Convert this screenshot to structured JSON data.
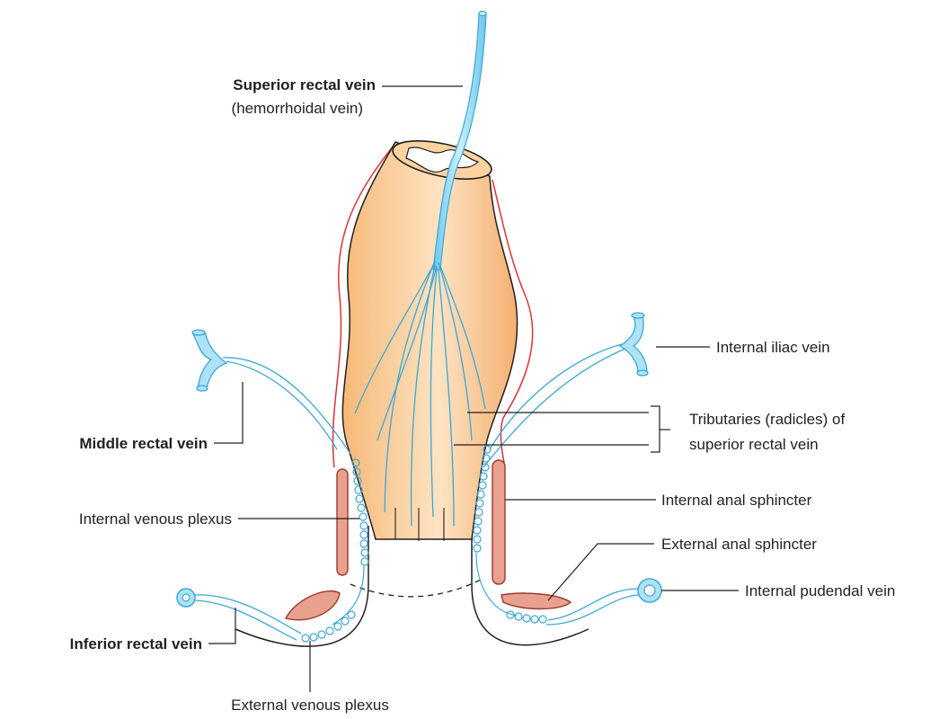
{
  "labels": {
    "superior_rectal_vein": "Superior rectal vein",
    "hemorrhoidal_vein": "(hemorrhoidal vein)",
    "internal_iliac_vein": "Internal iliac vein",
    "middle_rectal_vein": "Middle rectal vein",
    "tributaries_line1": "Tributaries (radicles) of",
    "tributaries_line2": "superior rectal vein",
    "internal_anal_sphincter": "Internal anal sphincter",
    "internal_venous_plexus": "Internal venous plexus",
    "external_anal_sphincter": "External anal sphincter",
    "internal_pudendal_vein": "Internal pudendal vein",
    "inferior_rectal_vein": "Inferior rectal vein",
    "external_venous_plexus": "External venous plexus"
  },
  "colors": {
    "rectum_fill": "#fbd3a0",
    "vein_fill": "#aee3f7",
    "vein_stroke": "#3aa7d8",
    "muscle_fill": "#e9a08f",
    "muscle_outline": "#d6343a"
  }
}
